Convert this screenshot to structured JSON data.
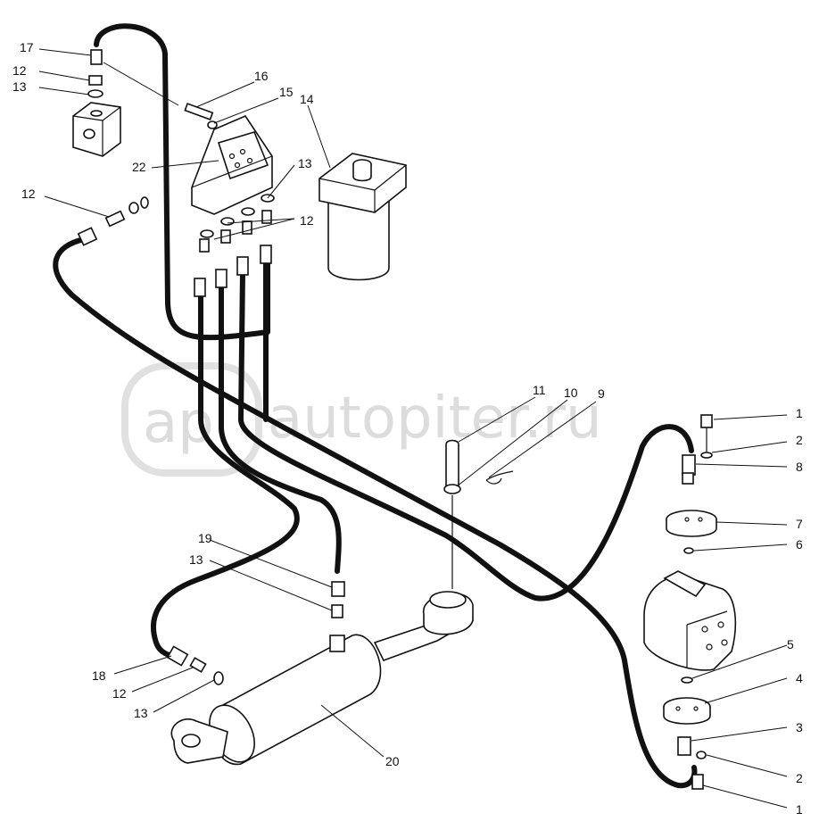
{
  "watermark": {
    "logo_text": "ap",
    "site_text": "autopiter.ru"
  },
  "callouts": [
    {
      "id": "c17-top",
      "text": "17"
    },
    {
      "id": "c12-top",
      "text": "12"
    },
    {
      "id": "c13-top",
      "text": "13"
    },
    {
      "id": "c16",
      "text": "16"
    },
    {
      "id": "c15",
      "text": "15"
    },
    {
      "id": "c14",
      "text": "14"
    },
    {
      "id": "c22",
      "text": "22"
    },
    {
      "id": "c13-block",
      "text": "13"
    },
    {
      "id": "c12-block",
      "text": "12"
    },
    {
      "id": "c12-left",
      "text": "12"
    },
    {
      "id": "c11",
      "text": "11"
    },
    {
      "id": "c10",
      "text": "10"
    },
    {
      "id": "c9",
      "text": "9"
    },
    {
      "id": "c1-top",
      "text": "1"
    },
    {
      "id": "c2-top",
      "text": "2"
    },
    {
      "id": "c8",
      "text": "8"
    },
    {
      "id": "c7",
      "text": "7"
    },
    {
      "id": "c6",
      "text": "6"
    },
    {
      "id": "c5",
      "text": "5"
    },
    {
      "id": "c4",
      "text": "4"
    },
    {
      "id": "c3",
      "text": "3"
    },
    {
      "id": "c2-bot",
      "text": "2"
    },
    {
      "id": "c1-bot",
      "text": "1"
    },
    {
      "id": "c19",
      "text": "19"
    },
    {
      "id": "c13-mid",
      "text": "13"
    },
    {
      "id": "c18",
      "text": "18"
    },
    {
      "id": "c12-bot",
      "text": "12"
    },
    {
      "id": "c13-bot",
      "text": "13"
    },
    {
      "id": "c20",
      "text": "20"
    }
  ]
}
